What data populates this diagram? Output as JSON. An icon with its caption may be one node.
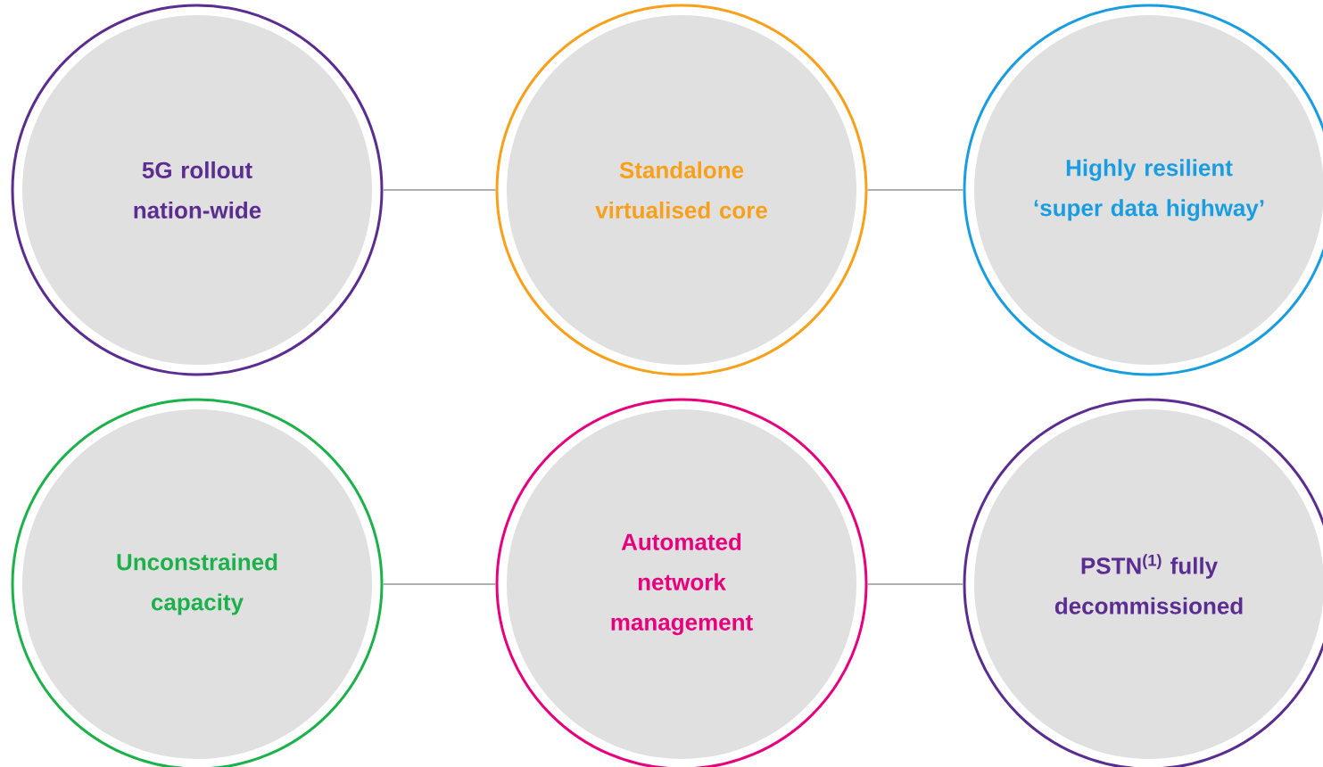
{
  "diagram": {
    "nodes": [
      {
        "text": [
          "5G rollout nation-wide"
        ]
      },
      {
        "text": [
          "Standalone virtualised core"
        ]
      },
      {
        "text": [
          "Highly resilient ‘super data highway’"
        ]
      },
      {
        "text": [
          "Unconstrained capacity"
        ]
      },
      {
        "text": [
          "Automated network management"
        ]
      },
      {
        "text": [
          "PSTN$^{(1)}$ fully decommissioned"
        ]
      }
    ],
    "edges": [
      {
        "from": 0,
        "to": 1,
        "arrow": "none"
      },
      {
        "from": 1,
        "to": 2,
        "arrow": "none"
      },
      {
        "from": 3,
        "to": 4,
        "arrow": "none"
      },
      {
        "from": 4,
        "to": 5,
        "arrow": "none"
      }
    ]
  }
}
